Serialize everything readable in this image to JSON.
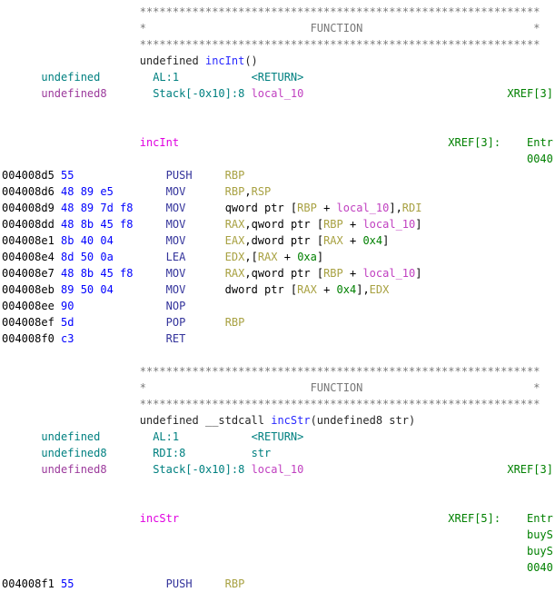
{
  "window": {
    "title": "Disassembly Listing"
  },
  "colors": {
    "addr": "#000000",
    "bytes": "#0000ff",
    "mnem": "#33339b",
    "reg": "#a8a142",
    "txt": "#000000",
    "var": "#c03fc0",
    "tpurple": "#9b399b",
    "scal": "#008000",
    "xref": "#008000",
    "label": "#e000e0",
    "func": "#2828ff",
    "teal": "#008080",
    "comment": "#787878",
    "sig": "#262626"
  },
  "field_names": {
    "addr": "address-field",
    "bytes": "bytes-field",
    "mnem": "mnemonic-field",
    "reg": "register-operand",
    "txt": "operand-text",
    "var": "variable-ref",
    "tpurple": "variable-type",
    "scal": "scalar-operand",
    "xref": "xref-field",
    "label": "code-label",
    "func": "function-name",
    "teal": "function-proto-field",
    "comment": "plate-comment",
    "sig": "function-signature"
  },
  "listing": {
    "functions": [
      "incInt",
      "incStr"
    ],
    "lines": [
      [
        [
          21,
          "comment",
          "*************************************************************"
        ]
      ],
      [
        [
          21,
          "comment",
          "*"
        ],
        [
          47,
          "comment",
          "FUNCTION"
        ],
        [
          81,
          "comment",
          "*"
        ]
      ],
      [
        [
          21,
          "comment",
          "*************************************************************"
        ]
      ],
      [
        [
          21,
          "sig",
          "undefined "
        ],
        [
          null,
          "func",
          "incInt"
        ],
        [
          null,
          "sig",
          "()"
        ]
      ],
      [
        [
          6,
          "teal",
          "undefined"
        ],
        [
          23,
          "teal",
          "AL:1"
        ],
        [
          38,
          "teal",
          "<RETURN>"
        ]
      ],
      [
        [
          6,
          "tpurple",
          "undefined8"
        ],
        [
          23,
          "teal",
          "Stack[-0x10]:8"
        ],
        [
          38,
          "var",
          "local_10"
        ],
        [
          77,
          "xref",
          "XREF[3]:"
        ]
      ],
      [],
      [],
      [
        [
          21,
          "label",
          "incInt"
        ],
        [
          68,
          "xref",
          "XREF[3]:"
        ],
        [
          80,
          "xref",
          "Entr"
        ]
      ],
      [
        [
          80,
          "xref",
          "0040"
        ]
      ],
      [
        [
          0,
          "addr",
          "004008d5"
        ],
        [
          9,
          "bytes",
          "55"
        ],
        [
          25,
          "mnem",
          "PUSH"
        ],
        [
          34,
          "reg",
          "RBP"
        ]
      ],
      [
        [
          0,
          "addr",
          "004008d6"
        ],
        [
          9,
          "bytes",
          "48 89 e5"
        ],
        [
          25,
          "mnem",
          "MOV"
        ],
        [
          34,
          "reg",
          "RBP"
        ],
        [
          null,
          "txt",
          ","
        ],
        [
          null,
          "reg",
          "RSP"
        ]
      ],
      [
        [
          0,
          "addr",
          "004008d9"
        ],
        [
          9,
          "bytes",
          "48 89 7d f8"
        ],
        [
          25,
          "mnem",
          "MOV"
        ],
        [
          34,
          "txt",
          "qword ptr ["
        ],
        [
          null,
          "reg",
          "RBP"
        ],
        [
          null,
          "txt",
          " + "
        ],
        [
          null,
          "var",
          "local_10"
        ],
        [
          null,
          "txt",
          "],"
        ],
        [
          null,
          "reg",
          "RDI"
        ]
      ],
      [
        [
          0,
          "addr",
          "004008dd"
        ],
        [
          9,
          "bytes",
          "48 8b 45 f8"
        ],
        [
          25,
          "mnem",
          "MOV"
        ],
        [
          34,
          "reg",
          "RAX"
        ],
        [
          null,
          "txt",
          ",qword ptr ["
        ],
        [
          null,
          "reg",
          "RBP"
        ],
        [
          null,
          "txt",
          " + "
        ],
        [
          null,
          "var",
          "local_10"
        ],
        [
          null,
          "txt",
          "]"
        ]
      ],
      [
        [
          0,
          "addr",
          "004008e1"
        ],
        [
          9,
          "bytes",
          "8b 40 04"
        ],
        [
          25,
          "mnem",
          "MOV"
        ],
        [
          34,
          "reg",
          "EAX"
        ],
        [
          null,
          "txt",
          ",dword ptr ["
        ],
        [
          null,
          "reg",
          "RAX"
        ],
        [
          null,
          "txt",
          " + "
        ],
        [
          null,
          "scal",
          "0x4"
        ],
        [
          null,
          "txt",
          "]"
        ]
      ],
      [
        [
          0,
          "addr",
          "004008e4"
        ],
        [
          9,
          "bytes",
          "8d 50 0a"
        ],
        [
          25,
          "mnem",
          "LEA"
        ],
        [
          34,
          "reg",
          "EDX"
        ],
        [
          null,
          "txt",
          ",["
        ],
        [
          null,
          "reg",
          "RAX"
        ],
        [
          null,
          "txt",
          " + "
        ],
        [
          null,
          "scal",
          "0xa"
        ],
        [
          null,
          "txt",
          "]"
        ]
      ],
      [
        [
          0,
          "addr",
          "004008e7"
        ],
        [
          9,
          "bytes",
          "48 8b 45 f8"
        ],
        [
          25,
          "mnem",
          "MOV"
        ],
        [
          34,
          "reg",
          "RAX"
        ],
        [
          null,
          "txt",
          ",qword ptr ["
        ],
        [
          null,
          "reg",
          "RBP"
        ],
        [
          null,
          "txt",
          " + "
        ],
        [
          null,
          "var",
          "local_10"
        ],
        [
          null,
          "txt",
          "]"
        ]
      ],
      [
        [
          0,
          "addr",
          "004008eb"
        ],
        [
          9,
          "bytes",
          "89 50 04"
        ],
        [
          25,
          "mnem",
          "MOV"
        ],
        [
          34,
          "txt",
          "dword ptr ["
        ],
        [
          null,
          "reg",
          "RAX"
        ],
        [
          null,
          "txt",
          " + "
        ],
        [
          null,
          "scal",
          "0x4"
        ],
        [
          null,
          "txt",
          "],"
        ],
        [
          null,
          "reg",
          "EDX"
        ]
      ],
      [
        [
          0,
          "addr",
          "004008ee"
        ],
        [
          9,
          "bytes",
          "90"
        ],
        [
          25,
          "mnem",
          "NOP"
        ]
      ],
      [
        [
          0,
          "addr",
          "004008ef"
        ],
        [
          9,
          "bytes",
          "5d"
        ],
        [
          25,
          "mnem",
          "POP"
        ],
        [
          34,
          "reg",
          "RBP"
        ]
      ],
      [
        [
          0,
          "addr",
          "004008f0"
        ],
        [
          9,
          "bytes",
          "c3"
        ],
        [
          25,
          "mnem",
          "RET"
        ]
      ],
      [],
      [
        [
          21,
          "comment",
          "*************************************************************"
        ]
      ],
      [
        [
          21,
          "comment",
          "*"
        ],
        [
          47,
          "comment",
          "FUNCTION"
        ],
        [
          81,
          "comment",
          "*"
        ]
      ],
      [
        [
          21,
          "comment",
          "*************************************************************"
        ]
      ],
      [
        [
          21,
          "sig",
          "undefined __stdcall "
        ],
        [
          null,
          "func",
          "incStr"
        ],
        [
          null,
          "sig",
          "(undefined8 str)"
        ]
      ],
      [
        [
          6,
          "teal",
          "undefined"
        ],
        [
          23,
          "teal",
          "AL:1"
        ],
        [
          38,
          "teal",
          "<RETURN>"
        ]
      ],
      [
        [
          6,
          "teal",
          "undefined8"
        ],
        [
          23,
          "teal",
          "RDI:8"
        ],
        [
          38,
          "teal",
          "str"
        ]
      ],
      [
        [
          6,
          "tpurple",
          "undefined8"
        ],
        [
          23,
          "teal",
          "Stack[-0x10]:8"
        ],
        [
          38,
          "var",
          "local_10"
        ],
        [
          77,
          "xref",
          "XREF[3]:"
        ]
      ],
      [],
      [],
      [
        [
          21,
          "label",
          "incStr"
        ],
        [
          68,
          "xref",
          "XREF[5]:"
        ],
        [
          80,
          "xref",
          "Entr"
        ]
      ],
      [
        [
          80,
          "xref",
          "buyS"
        ]
      ],
      [
        [
          80,
          "xref",
          "buyS"
        ]
      ],
      [
        [
          80,
          "xref",
          "0040"
        ]
      ],
      [
        [
          0,
          "addr",
          "004008f1"
        ],
        [
          9,
          "bytes",
          "55"
        ],
        [
          25,
          "mnem",
          "PUSH"
        ],
        [
          34,
          "reg",
          "RBP"
        ]
      ]
    ]
  }
}
